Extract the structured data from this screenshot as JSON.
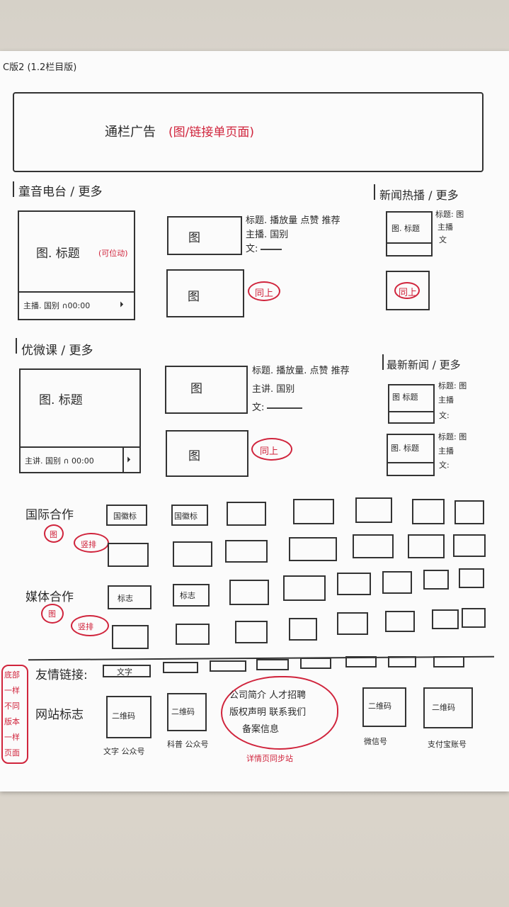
{
  "page_header": "C版2 (1.2栏目版)",
  "banner": {
    "text": "通栏广告",
    "note": "(图/链接单页面)"
  },
  "section1": {
    "title": "童音电台 / 更多",
    "big": {
      "img_title": "图. 标题",
      "note": "(可位动)",
      "bottom": "主播. 国别 ∩00:00"
    },
    "thumb": "图",
    "info": {
      "line1": "标题. 播放量 点赞 推荐",
      "line2": "主播. 国别",
      "line3": "文:"
    },
    "same_note": "同上"
  },
  "news_hot": {
    "title": "新闻热播 / 更多",
    "card1": {
      "img": "图. 标题",
      "side1": "标题: 图",
      "side2": "主播",
      "side3": "文"
    },
    "same_note": "同上"
  },
  "section2": {
    "title": "优微课 / 更多",
    "big": {
      "img_title": "图. 标题",
      "bottom": "主讲. 国别 ∩ 00:00"
    },
    "thumb": "图",
    "info": {
      "line1": "标题. 播放量. 点赞 推荐",
      "line2": "主讲. 国别",
      "line3": "文:"
    },
    "same_note": "同上"
  },
  "latest_news": {
    "title": "最新新闻 / 更多",
    "card1": {
      "img": "图 标题",
      "side1": "标题: 图",
      "side2": "主播",
      "side3": "文:"
    },
    "card2": {
      "img": "图. 标题",
      "side1": "标题: 图",
      "side2": "主播",
      "side3": "文:"
    }
  },
  "intl": {
    "label": "国际合作",
    "icon": "图",
    "note": "竖排",
    "logo": "国徽标"
  },
  "media": {
    "label": "媒体合作",
    "icon": "图",
    "note": "竖排",
    "logo": "标志"
  },
  "footer": {
    "side_note": [
      "底部",
      "一样",
      "不同",
      "版本",
      "一样",
      "页面"
    ],
    "links_label": "友情链接:",
    "link_text": "文字",
    "qr_label": "网站标志",
    "qr": "二维码",
    "qr_captions": [
      "文字 公众号",
      "科普 公众号",
      "微信号",
      "支付宝账号"
    ],
    "info_lines": [
      "公司简介 人才招聘",
      "版权声明 联系我们",
      "备案信息"
    ],
    "info_note": "详情页同步站"
  }
}
